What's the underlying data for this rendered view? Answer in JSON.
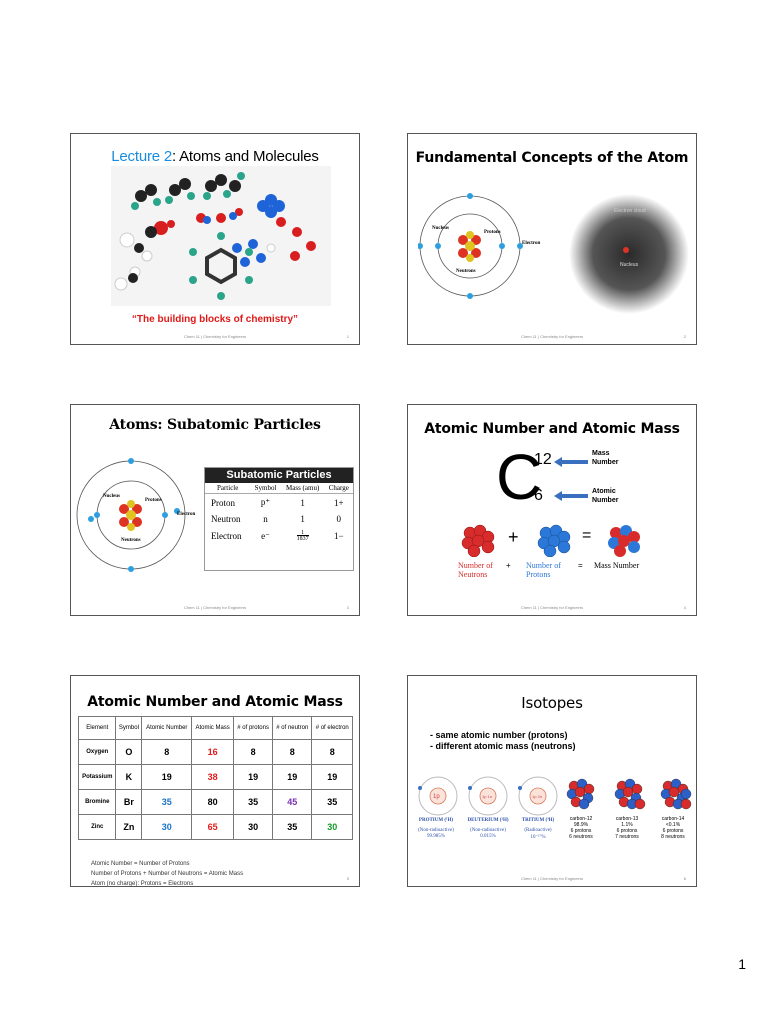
{
  "page_number": "1",
  "slides": [
    {
      "title_accent": "Lecture 2",
      "title_rest": ": Atoms and Molecules",
      "caption": "“The building blocks of chemistry”",
      "footer": "Chem 11 | Chemistry for Engineers",
      "num": "1",
      "accent_color": "#1a8ce0"
    },
    {
      "title": "Fundamental Concepts of the Atom",
      "labels": {
        "nucleus": "Nucleus",
        "protons": "Protons",
        "electron": "Electron",
        "neutrons": "Neutrons",
        "electron_cloud": "Electron cloud",
        "cloud_nucleus": "Nucleus"
      },
      "footer": "Chem 11 | Chemistry for Engineers",
      "num": "2"
    },
    {
      "title": "Atoms: Subatomic Particles",
      "labels": {
        "nucleus": "Nucleus",
        "protons": "Protons",
        "electron": "Electron",
        "neutrons": "Neutrons"
      },
      "table_title": "Subatomic Particles",
      "headers": [
        "Particle",
        "Symbol",
        "Mass (amu)",
        "Charge"
      ],
      "rows": [
        [
          "Proton",
          "p⁺",
          "1",
          "1+"
        ],
        [
          "Neutron",
          "n",
          "1",
          "0"
        ],
        [
          "Electron",
          "e⁻",
          "1/1837",
          "1−"
        ]
      ],
      "electron_mass_num": "1",
      "electron_mass_den": "1837",
      "footer": "Chem 11 | Chemistry for Engineers",
      "num": "3"
    },
    {
      "title": "Atomic Number and Atomic Mass",
      "symbol": "C",
      "mass_number": "12",
      "atomic_number": "6",
      "mass_label_1": "Mass",
      "mass_label_2": "Number",
      "atomic_label_1": "Atomic",
      "atomic_label_2": "Number",
      "eq_neutrons_1": "Number of",
      "eq_neutrons_2": "Neutrons",
      "eq_plus": "+",
      "eq_protons_1": "Number of",
      "eq_protons_2": "Protons",
      "eq_equals": "=",
      "eq_result": "Mass Number",
      "footer": "Chem 11 | Chemistry for Engineers",
      "num": "4"
    },
    {
      "title": "Atomic Number and Atomic Mass",
      "headers": [
        "Element",
        "Symbol",
        "Atomic Number",
        "Atomic Mass",
        "# of protons",
        "# of neutron",
        "# of electron"
      ],
      "rows": [
        [
          "Oxygen",
          "O",
          "8",
          "16",
          "8",
          "8",
          "8"
        ],
        [
          "Potassium",
          "K",
          "19",
          "38",
          "19",
          "19",
          "19"
        ],
        [
          "Bromine",
          "Br",
          "35",
          "80",
          "35",
          "45",
          "35"
        ],
        [
          "Zinc",
          "Zn",
          "30",
          "65",
          "30",
          "35",
          "30"
        ]
      ],
      "notes": [
        "Atomic Number  =  Number of Protons",
        "Number of Protons  +  Number of Neutrons  =  Atomic Mass",
        "Atom (no charge):   Protons  =  Electrons"
      ],
      "num": "5"
    },
    {
      "title": "Isotopes",
      "bullets": [
        "-  same atomic number (protons)",
        "-  different atomic mass (neutrons)"
      ],
      "hydrogen": [
        {
          "name": "PROTIUM (¹H)",
          "note1": "(Non-radioactive)",
          "note2": "99.985%",
          "core": "1p"
        },
        {
          "name": "DEUTERIUM (²H)",
          "note1": "(Non-radioactive)",
          "note2": "0.015%",
          "core": "1p 1n"
        },
        {
          "name": "TRITIUM (³H)",
          "note1": "(Radioactive)",
          "note2": "10⁻¹⁷%",
          "core": "1p 2n"
        }
      ],
      "carbon": [
        {
          "name": "carbon-12",
          "pct": "98.9%",
          "protons": "6 protons",
          "neutrons": "6 neutrons"
        },
        {
          "name": "carbon-13",
          "pct": "1.1%",
          "protons": "6 protons",
          "neutrons": "7 neutrons"
        },
        {
          "name": "carbon-14",
          "pct": "<0.1%",
          "protons": "6 protons",
          "neutrons": "8 neutrons"
        }
      ],
      "footer": "Chem 11 | Chemistry for Engineers",
      "num": "6"
    }
  ]
}
